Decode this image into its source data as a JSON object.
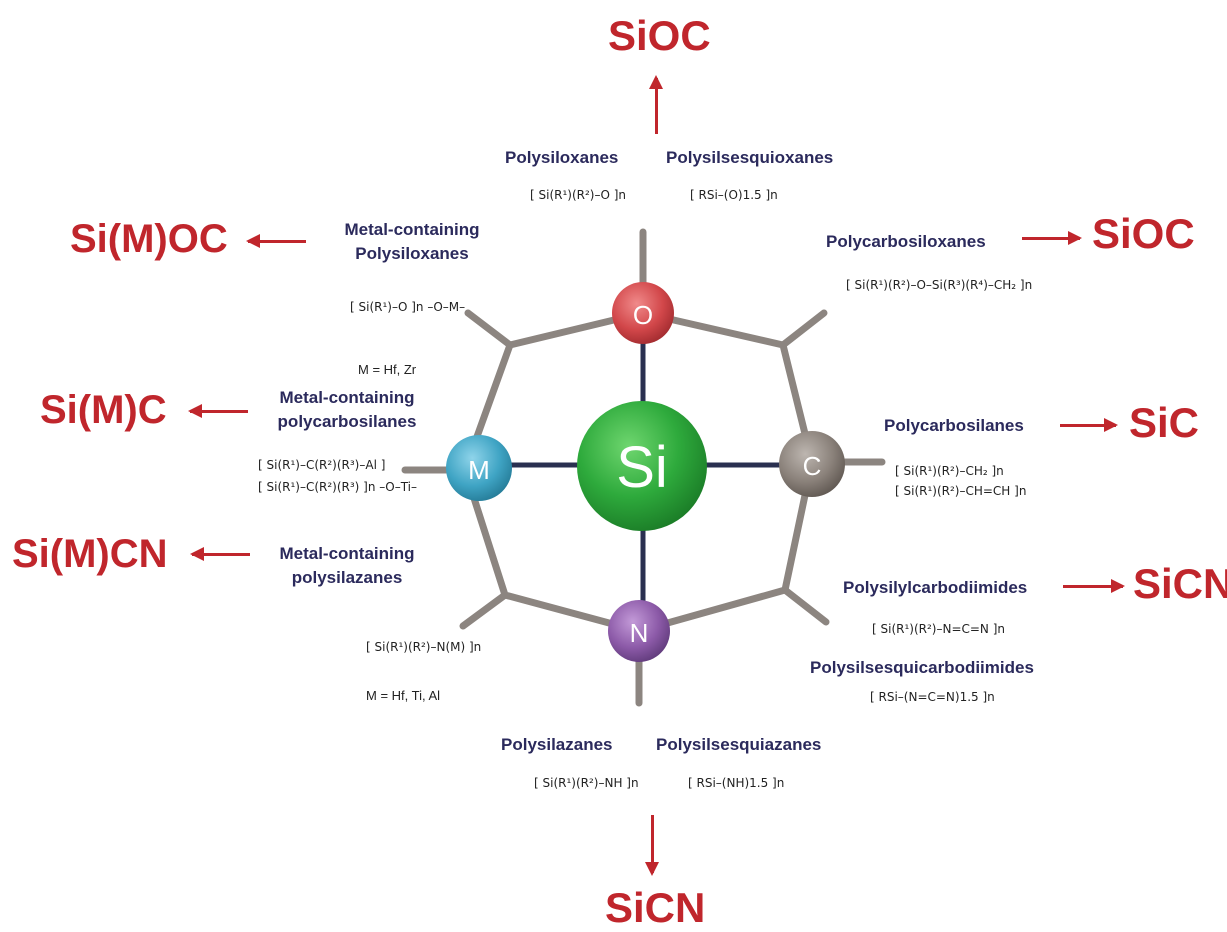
{
  "ceramics": {
    "top": "SiOC",
    "top_right": "SiOC",
    "right": "SiC",
    "right_lower": "SiCN",
    "bottom": "SiCN",
    "left_top": "Si(M)OC",
    "left_mid": "Si(M)C",
    "left_low": "Si(M)CN"
  },
  "nodes": {
    "center": "Si",
    "top": "O",
    "right": "C",
    "bottom": "N",
    "left": "M"
  },
  "node_colors": {
    "si": "#2eaa3c",
    "o": "#d2474a",
    "c": "#8a817a",
    "n": "#8c5aa8",
    "m": "#3fa4c4",
    "frame": "#8c8580",
    "spoke": "#2a3050",
    "label": "#2b2a5c",
    "ceramic": "#c0262c"
  },
  "polymers": {
    "polysiloxanes": "Polysiloxanes",
    "polysilsesquioxanes": "Polysilsesquioxanes",
    "polycarbosiloxanes": "Polycarbosiloxanes",
    "polycarbosilanes": "Polycarbosilanes",
    "polysilylcarbodiimides": "Polysilylcarbodiimides",
    "polysilsesquicarbodiimides": "Polysilsesquicarbodiimides",
    "polysilazanes": "Polysilazanes",
    "polysilsesquiazanes": "Polysilsesquiazanes",
    "metal_polysiloxanes_1": "Metal-containing",
    "metal_polysiloxanes_2": "Polysiloxanes",
    "metal_polycarbosilanes_1": "Metal-containing",
    "metal_polycarbosilanes_2": "polycarbosilanes",
    "metal_polysilazanes_1": "Metal-containing",
    "metal_polysilazanes_2": "polysilazanes"
  },
  "notes": {
    "m_siloxane": "M = Hf, Zr",
    "m_silazane": "M = Hf, Ti, Al"
  },
  "formulas": {
    "polysiloxane": "[ Si(R¹)(R²)–O ]n",
    "polysilsesquioxane": "[ RSi–(O)1.5 ]n",
    "polycarbosiloxane": "[ Si(R¹)(R²)–O–Si(R³)(R⁴)–CH₂ ]n",
    "polycarbosilane_1": "[ Si(R¹)(R²)–CH₂ ]n",
    "polycarbosilane_2": "[ Si(R¹)(R²)–CH=CH ]n",
    "polysilylcarbodiimide": "[ Si(R¹)(R²)–N=C=N ]n",
    "polysilsesquicarbodiimide": "[ RSi–(N=C=N)1.5 ]n",
    "polysilazane": "[ Si(R¹)(R²)–NH ]n",
    "polysilsesquiazane": "[ RSi–(NH)1.5 ]n",
    "metal_siloxane": "[ Si(R¹)–O ]n –O–M–",
    "metal_carbosilane_1": "[ Si(R¹)–C(R²)(R³)–Al ]",
    "metal_carbosilane_2": "[ Si(R¹)–C(R²)(R³) ]n –O–Ti–",
    "metal_silazane": "[ Si(R¹)(R²)–N(M) ]n"
  }
}
